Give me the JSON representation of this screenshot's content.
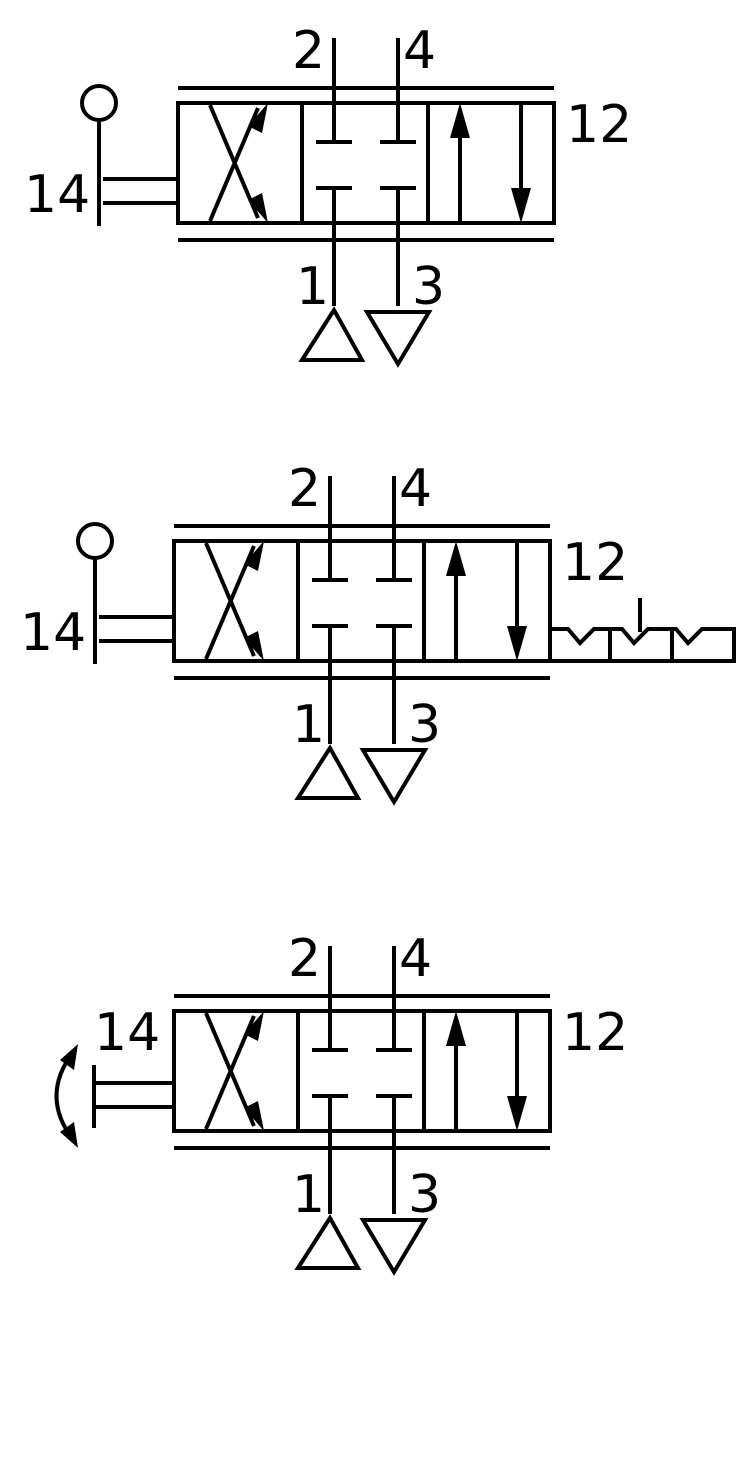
{
  "symbols": [
    {
      "id": "valve-1",
      "actuator": "push-button-lever",
      "port_labels": {
        "p2": "2",
        "p4": "4",
        "p12": "12",
        "p14": "14",
        "p1": "1",
        "p3": "3"
      }
    },
    {
      "id": "valve-2",
      "actuator": "push-button-lever",
      "detent": "three-position-detent",
      "port_labels": {
        "p2": "2",
        "p4": "4",
        "p12": "12",
        "p14": "14",
        "p1": "1",
        "p3": "3"
      }
    },
    {
      "id": "valve-3",
      "actuator": "rotary-lever",
      "port_labels": {
        "p2": "2",
        "p4": "4",
        "p12": "12",
        "p14": "14",
        "p1": "1",
        "p3": "3"
      }
    }
  ]
}
